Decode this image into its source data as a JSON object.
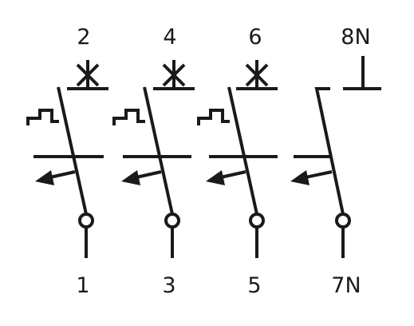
{
  "diagram": {
    "title": "",
    "stroke_color": "#1a1a1a",
    "background": "#ffffff",
    "poles": [
      {
        "id": "pole-1",
        "top_terminal": "2",
        "bottom_terminal": "1",
        "top_symbol": "isolator-cross",
        "thermal_trip": true,
        "magnetic_trip_link": true
      },
      {
        "id": "pole-2",
        "top_terminal": "4",
        "bottom_terminal": "3",
        "top_symbol": "isolator-cross",
        "thermal_trip": true,
        "magnetic_trip_link": true
      },
      {
        "id": "pole-3",
        "top_terminal": "6",
        "bottom_terminal": "5",
        "top_symbol": "isolator-cross",
        "thermal_trip": true,
        "magnetic_trip_link": true
      },
      {
        "id": "pole-n",
        "top_terminal": "8N",
        "bottom_terminal": "7N",
        "top_symbol": "neutral-contact",
        "thermal_trip": false,
        "magnetic_trip_link": true
      }
    ]
  }
}
